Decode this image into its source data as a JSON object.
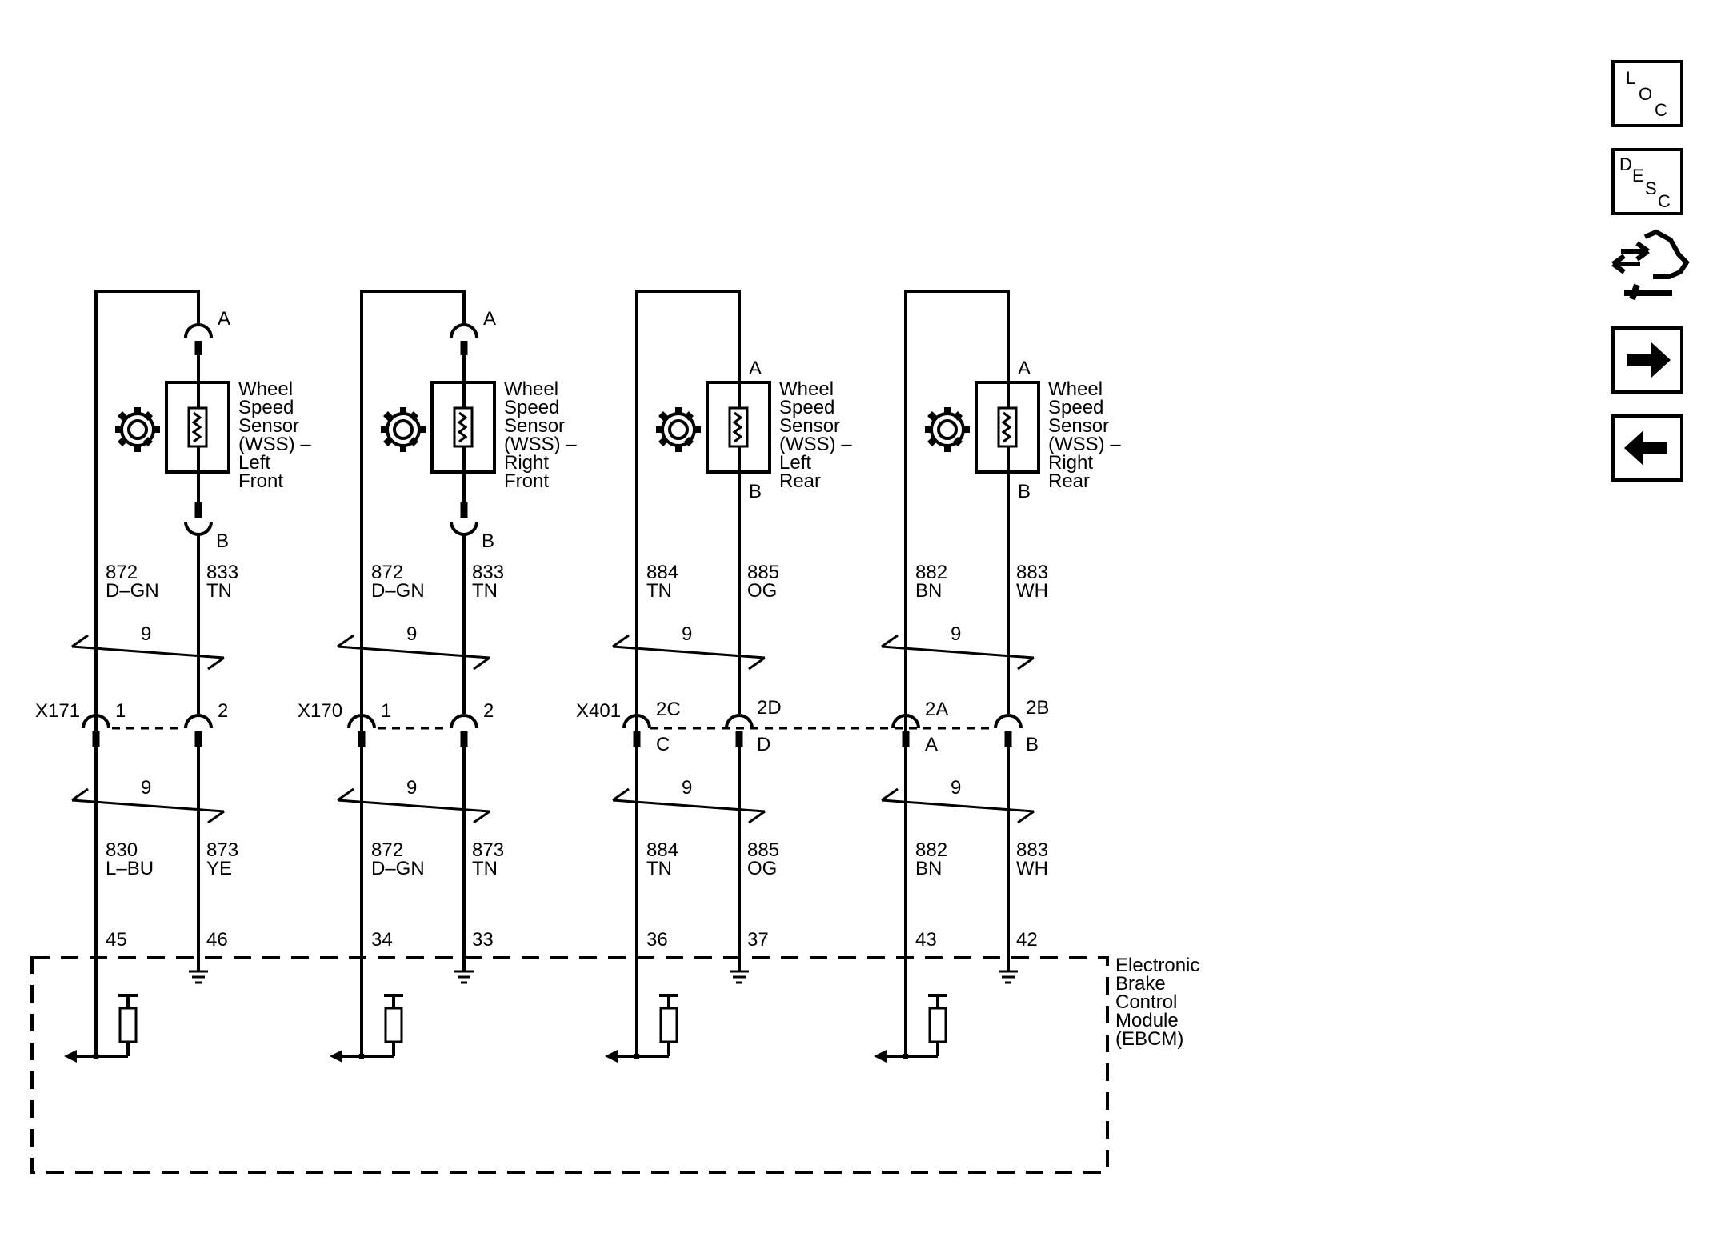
{
  "circuits": [
    {
      "sensor": {
        "line1": "Wheel",
        "line2": "Speed",
        "line3": "Sensor",
        "line4": "(WSS) –",
        "line5": "Left",
        "line6": "Front"
      },
      "pin_top": "A",
      "pin_bottom": "B",
      "upper_left": {
        "num": "872",
        "color": "D–GN"
      },
      "upper_right": {
        "num": "833",
        "color": "TN"
      },
      "twist_upper": "9",
      "twist_lower": "9",
      "connector": "X171",
      "conn_left_pin": "1",
      "conn_right_pin": "2",
      "lower_left": {
        "num": "830",
        "color": "L–BU"
      },
      "lower_right": {
        "num": "873",
        "color": "YE"
      },
      "module_left_pin": "45",
      "module_right_pin": "46"
    },
    {
      "sensor": {
        "line1": "Wheel",
        "line2": "Speed",
        "line3": "Sensor",
        "line4": "(WSS) –",
        "line5": "Right",
        "line6": "Front"
      },
      "pin_top": "A",
      "pin_bottom": "B",
      "upper_left": {
        "num": "872",
        "color": "D–GN"
      },
      "upper_right": {
        "num": "833",
        "color": "TN"
      },
      "twist_upper": "9",
      "twist_lower": "9",
      "connector": "X170",
      "conn_left_pin": "1",
      "conn_right_pin": "2",
      "lower_left": {
        "num": "872",
        "color": "D–GN"
      },
      "lower_right": {
        "num": "873",
        "color": "TN"
      },
      "module_left_pin": "34",
      "module_right_pin": "33"
    },
    {
      "sensor": {
        "line1": "Wheel",
        "line2": "Speed",
        "line3": "Sensor",
        "line4": "(WSS) –",
        "line5": "Left",
        "line6": "Rear"
      },
      "pin_top": "A",
      "pin_bottom": "B",
      "upper_left": {
        "num": "884",
        "color": "TN"
      },
      "upper_right": {
        "num": "885",
        "color": "OG"
      },
      "twist_upper": "9",
      "twist_lower": "9",
      "connector": "X401",
      "conn_left_pin": "2C",
      "conn_right_pin": "2D",
      "conn_left_pin_lower": "C",
      "conn_right_pin_lower": "D",
      "lower_left": {
        "num": "884",
        "color": "TN"
      },
      "lower_right": {
        "num": "885",
        "color": "OG"
      },
      "module_left_pin": "36",
      "module_right_pin": "37"
    },
    {
      "sensor": {
        "line1": "Wheel",
        "line2": "Speed",
        "line3": "Sensor",
        "line4": "(WSS) –",
        "line5": "Right",
        "line6": "Rear"
      },
      "pin_top": "A",
      "pin_bottom": "B",
      "upper_left": {
        "num": "882",
        "color": "BN"
      },
      "upper_right": {
        "num": "883",
        "color": "WH"
      },
      "twist_upper": "9",
      "twist_lower": "9",
      "conn_left_pin": "2A",
      "conn_right_pin": "2B",
      "conn_left_pin_lower": "A",
      "conn_right_pin_lower": "B",
      "lower_left": {
        "num": "882",
        "color": "BN"
      },
      "lower_right": {
        "num": "883",
        "color": "WH"
      },
      "module_left_pin": "43",
      "module_right_pin": "42"
    }
  ],
  "module": {
    "line1": "Electronic",
    "line2": "Brake",
    "line3": "Control",
    "line4": "Module",
    "line5": "(EBCM)"
  },
  "nav": {
    "loc": {
      "l": "L",
      "o": "O",
      "c": "C"
    },
    "desc": {
      "d": "D",
      "e": "E",
      "s": "S",
      "c": "C"
    },
    "icons": [
      "loc-icon",
      "desc-icon",
      "connector-hand-icon",
      "forward-arrow-icon",
      "back-arrow-icon"
    ]
  }
}
